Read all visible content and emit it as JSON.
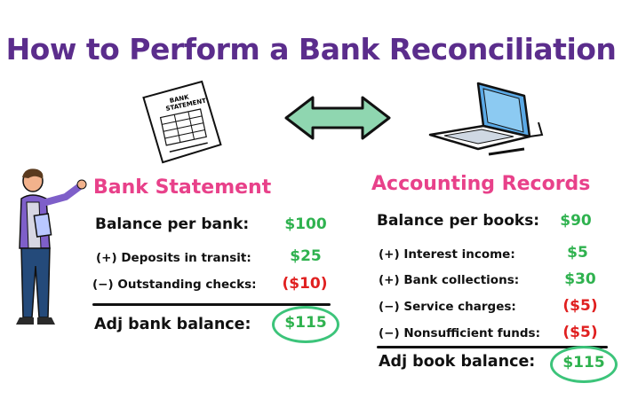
{
  "title": "How to Perform a Bank Reconciliation",
  "colors": {
    "title": "#5b2d8c",
    "heading": "#e8418a",
    "positive": "#2fb24f",
    "negative": "#e02020",
    "arrow": "#8fd6b0",
    "highlight_circle": "#3cc47a"
  },
  "icons": {
    "document": "bank-statement-document-icon",
    "arrow": "double-arrow-icon",
    "laptop": "laptop-icon",
    "person": "presenter-person-icon"
  },
  "document_lines": [
    "BANK",
    "STATEMENT"
  ],
  "bank": {
    "heading": "Bank Statement",
    "balance_label": "Balance per bank:",
    "balance_value": "$100",
    "items": [
      {
        "label": "(+) Deposits in transit:",
        "value": "$25"
      },
      {
        "label": "(−) Outstanding checks:",
        "value": "($10)"
      }
    ],
    "adjusted_label": "Adj bank balance:",
    "adjusted_value": "$115"
  },
  "books": {
    "heading": "Accounting Records",
    "balance_label": "Balance per books:",
    "balance_value": "$90",
    "items": [
      {
        "label": "(+) Interest income:",
        "value": "$5"
      },
      {
        "label": "(+) Bank collections:",
        "value": "$30"
      },
      {
        "label": "(−) Service charges:",
        "value": "($5)"
      },
      {
        "label": "(−) Nonsufficient funds:",
        "value": "($5)"
      }
    ],
    "adjusted_label": "Adj book balance:",
    "adjusted_value": "$115"
  }
}
